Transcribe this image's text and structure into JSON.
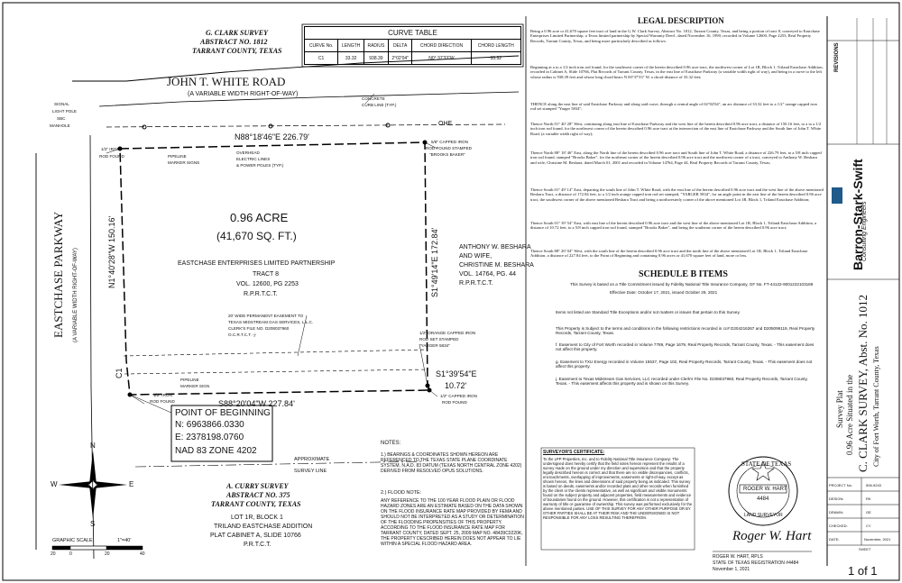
{
  "header_survey": {
    "line1": "G. CLARK SURVEY",
    "line2": "ABSTRACT NO. 1812",
    "line3": "TARRANT COUNTY, TEXAS"
  },
  "curve_table": {
    "title": "CURVE TABLE",
    "headers": [
      "CURVE No.",
      "LENGTH",
      "RADIUS",
      "DELTA",
      "CHORD DIRECTION",
      "CHORD LENGTH"
    ],
    "rows": [
      [
        "C1",
        "33.32",
        "938.39",
        "2°02'04\"",
        "N0° 37'33\"W",
        "33.32"
      ]
    ]
  },
  "road_top": {
    "name": "JOHN T. WHITE ROAD",
    "sub": "(A VARIABLE WIDTH RIGHT-OF-WAY)"
  },
  "road_left": {
    "name": "EASTCHASE PARKWAY",
    "sub": "(A VARIABLE WIDTH RIGHT-OF-WAY)"
  },
  "bearings": {
    "north": "N88°18'46\"E  226.79'",
    "west": "N1°40'28\"W  150.16'",
    "east": "S1°49'14\"E  172.84'",
    "south": "S88°20'04\"W  227.84'",
    "se1": "S1°39'54\"E",
    "se2": "10.72'",
    "ohe": "OHE",
    "c1": "C1"
  },
  "tract": {
    "acre": "0.96 ACRE",
    "sqft": "(41,670 SQ. FT.)",
    "owner": "EASTCHASE ENTERPRISES LIMITED PARTNERSHIP",
    "tract": "TRACT 8",
    "vol": "VOL. 12600, PG 2253",
    "rec": "R.P.R.T.C.T."
  },
  "adjoiner_east": {
    "l1": "ANTHONY W. BESHARA",
    "l2": "AND WIFE,",
    "l3": "CHRISTINE M. BESHARA",
    "l4": "VOL. 14764, PG. 44",
    "l5": "R.P.R.T.C.T."
  },
  "callouts": {
    "signal": "SIGNAL",
    "light_pole": "LIGHT POLE",
    "sbc": "SBC",
    "manhole": "MANHOLE",
    "iron_rod_nw_1": "1/2\" IRON",
    "iron_rod_nw_2": "ROD FOUND",
    "pipeline1": "PIPELINE",
    "pipeline2": "MARKER SIGNS",
    "overhead1": "OVERHEAD",
    "overhead2": "ELECTRIC LINES",
    "overhead3": "& POWER POLES (TYP.)",
    "concrete1": "CONCRETE",
    "concrete2": "CURB LINE (TYP.)",
    "capped_ne1": "5/8\" CAPPED IRON",
    "capped_ne2": "ROD FOUND STAMPED",
    "capped_ne3": "\"BROOKS BAKER\"",
    "easement1": "20' WIDE PERMANENT EASEMENT TO",
    "easement2": "TEXAS MIDSTREAM GAS SERVICES, L.L.C.",
    "easement3": "CLERK'S FILE NO. D208037960",
    "easement4": "O.C.R.T.C.T. -j-",
    "orange1": "1/2\" ORANGE CAPPED IRON",
    "orange2": "ROD SET STAMPED",
    "orange3": "\"YARGER 5834\"",
    "capped_se1": "1/2\" CAPPED IRON",
    "capped_se2": "ROD FOUND",
    "pipeline_sw1": "PIPELINE",
    "pipeline_sw2": "MARKER SIGN",
    "iron_sw1": "1/2\" IRON",
    "iron_sw2": "ROD FOUND"
  },
  "pob": {
    "title": "POINT OF BEGINNING",
    "n": "N: 6963866.0330",
    "e": "E: 2378198.0760",
    "nad": "NAD 83 ZONE 4202"
  },
  "approx": {
    "l1": "APPROXIMATE",
    "l2": "SURVEY LINE"
  },
  "bottom_survey": {
    "l1": "A. CURRY SURVEY",
    "l2": "ABSTRACT NO. 375",
    "l3": "TARRANT COUNTY, TEXAS"
  },
  "lot": {
    "l1": "LOT 1R, BLOCK 1",
    "l2": "TRILAND EASTCHASE ADDITION",
    "l3": "PLAT CABINET A, SLIDE 10766",
    "l4": "P.R.T.C.T."
  },
  "notes": {
    "title": "NOTES:",
    "n1": "1.) BEARINGS & COORDINATES SHOWN HEREON ARE REFERENCED TO THE TEXAS STATE PLANE COORDINATE SYSTEM, N.A.D. 83 DATUM (TEXAS NORTH CENTRAL ZONE 4202) DERIVED FROM RESOLVED OPUS SOLUTIONS.",
    "n2": "2.) FLOOD NOTE:",
    "n2b": "ANY REFERENCE TO THE 100 YEAR FLOOD PLAIN OR FLOOD HAZARD ZONES ARE AN ESTIMATE BASED ON THE DATA SHOWN ON THE FLOOD INSURANCE RATE MAP PROVIDED BY FEMA AND SHOULD NOT BE INTERPRETED AS A STUDY OR DETERMINATION OF THE FLOODING PROPENSITIES OF THIS PROPERTY. ACCORDING TO THE FLOOD INSURANCE RATE MAP FOR TARRANT COUNTY, DATED SEPT. 25, 2009 MAP NO. 48439C0220K, THE PROPERTY DESCRIBED HEREIN DOES NOT APPEAR TO LIE WITHIN A SPECIAL FLOOD HAZARD AREA."
  },
  "compass": {
    "n": "N",
    "s": "S",
    "e": "E",
    "w": "W"
  },
  "scale": {
    "title": "GRAPHIC SCALE",
    "ratio": "1\"=40'",
    "t0": "20",
    "t1": "0",
    "t2": "20",
    "t3": "40"
  },
  "legal": {
    "title": "LEGAL DESCRIPTION",
    "p1": "Being a 0.96 acre or 41,670 square feet tract of land in the G.W. Clark Survey, Abstract No. 1812, Tarrant County, Texas, and being a portion of tract 8, conveyed to Eastchase Enterprises Limited Partnership, a Texas limited partnership by Special Warranty Deed , dated November 16, 1990, recorded in Volume 12600, Page 2253, Real Property Records, Tarrant County, Texas, and being more particularly described as follows:",
    "p2": "Beginning at a to a 1/2 inch iron rod found, for the southwest corner of the herein described 0.96 acre tract, the northwest corner of Lot 1R, Block 1, Triland Eastchase Addition, recorded in Cabinet A, Slide 10766, Plat Records of Tarrant County, Texas, in the east line of Eastchase Parkway (a variable width right of way), and being in a curve to the left whose radius is 938.39 feet and whose long chord bears N 00°37'33\" W, a chord distance of 33.32 feet;",
    "p3": "THENCE along the east line of said Eastchase Parkway and along said curve, through a central angle of 02°02'04\", an arc distance of 33.32 feet to a 1/2\" orange capped iron rod set stamped \"Yarger 5834\";",
    "p4": "Thence North 01° 40' 28\" West, continuing along east line of Eastchase Parkway and the west line of the herein described 0.96 acre tract, a distance of 150.16 feet, to a to a 1/2 inch iron rod found, for the northwest corner of the herein described 0.96 acre tract at the intersection of the east line of Eastchase Parkway and the South line of John T. White Road, (a variable width right of way);",
    "p5": "Thence North 88° 18' 46\" East, along the North line of the herein described 0.96 acre tract and South line of John T. White Road, a distance of 226.79 feet, to a 5/8 inch capped iron rod found, stamped \"Brooks Baker\", for the northeast corner of the herein described 0.96 acre tract and the northwest corner of a tract, conveyed to Anthony W. Beshara and wife, Christine M. Beshara, dated March 01, 2001 and recorded in Volume 14764, Page 44, Real Property Records of Tarrant County, Texas;",
    "p6": "Thence South 01° 49' 14\" East, departing the south line of John T. White Road, with the east line of the herein described 0.96 acre tract and the west line of the above mentioned Beshara Tract, a distance of 172.84 feet, to a 1/2 inch orange capped iron rod set stamped, \"YARGER 5834\", for an angle point in the east line of the herein described 0.96 acre tract, the southwest corner of the above mentioned Beshara Tract and being a northwesterly corner of the above mentioned Lot 1R, Block 1, Triland Eastchase Addition;",
    "p7": "Thence South 01° 39' 54\" East, with east line of the herein described 0.96 acre tract and the west line of the above mentioned Lot 1R, Block 1, Triland Eastchase Addition, a distance of 10.72 feet, to a 5/8 inch capped iron rod found, stamped \"Brooks Baker\", and being the southeast corner of the herein described 0.96 acre tract;",
    "p8": "Thence South 88° 20' 04\" West, with the south line of the herein described 0.96 acre tract and the north line of the above mentioned Lot 1R, Block 1, Triland Eastchase Addition, a distance of 227.84 feet, to the Point of Beginning and containing 0.96 acres or 41,670 square feet of land, more or less."
  },
  "schedule": {
    "title": "SCHEDULE B ITEMS",
    "intro1": "This Survey is based on a Title Commitment issued by Fidelity National Title Insurance Company, GF No. FT-44122-9001222103189",
    "intro2": "Effective Date: October 17, 2021, issued October 29, 2021",
    "s1": "Items not listed are Standard Title Exceptions and/or not matters or issues that pertain to this Survey.",
    "s2": "This Property is Subject to the terms and conditions in the following restrictions recorded in cc# D204216267 and D205099119, Real Property Records, Tarrant County, Texas.",
    "s3": "f. Easement to City of Fort Worth recorded in Volume 7789, Page 1679, Real Property Records, Tarrant County, Texas. - This easement does not affect this property.",
    "s4": "g. Easement to TXU Energy recorded in Volume 15537, Page 102, Real Property Records, Tarrant County, Texas. - This easement does not affect this property.",
    "s5": "j. Easement to Texas Midstream Gas Services, LLC recorded under Clerk's File No. D208037960, Real Property Records, Tarrant County, Texas. - This easement affects this property and is shown on this Survey."
  },
  "certificate": {
    "title": "SURVEYOR'S CERTIFICATE:",
    "body": "To the LPP Properties, Inc. and to Fidelity National Title Insurance Company: The undersigned does hereby certify that the field notes hereon represent the results of a survey made on the ground under my direction and supervision and that the property legally described hereon is correct and that there are no visible discrepancies, conflicts, encroachments, overlapping of improvements, easements or right-of-way, except as shown hereon, the lines and dimensions of said property being as indicated. This survey is based on deeds, easements and/or recorded plats and other records when furnished by the client or the clients representative, as well as significant and visible monuments found on the subject property and adjacent properties, field measurements and evidence of boundaries found on the ground. However, this certification is not a representation of warranty of title or guarantee of ownership. This survey was performed exclusively for the above mentioned parties. USE OF THIS SURVEY FOR ANY OTHER PURPOSE OR BY OTHER PARTIES SHALL BE AT THEIR RISK AND THE UNDERSIGNED IS NOT RESPONSIBLE FOR ANY LOSS RESULTING THEREFROM."
  },
  "seal": {
    "top": "STATE OF TEXAS",
    "name": "ROGER W. HART",
    "num": "4484",
    "bottom": "LAND SURVEYOR",
    "sig": "Roger W. Hart"
  },
  "signer": {
    "l1": "ROGER W. HART, RPLS",
    "l2": "STATE OF TEXAS REGISTRATION #4484",
    "l3": "November 1, 2021"
  },
  "title_block": {
    "company": "Barron-Stark-Swift",
    "company_sub": "Consulting Engineers",
    "survey_plat": "Survey Plat",
    "acre_line": "0.96 Acre Situated in the",
    "survey_name": "C. CLARK SURVEY, Abst. No. 1012",
    "city": "City of Fort Worth, Tarrant County, Texas",
    "revisions": "REVISIONS",
    "project_no_label": "PROJECT No.",
    "project_no": "506-9243",
    "design_label": "DESIGN:",
    "design": "RK",
    "drawn_label": "DRAWN:",
    "drawn": "GE",
    "checked_label": "CHECKED:",
    "checked": "CY",
    "date_label": "DATE:",
    "date": "November, 2021",
    "sheet_label": "SHEET",
    "sheet": "1 of 1"
  }
}
